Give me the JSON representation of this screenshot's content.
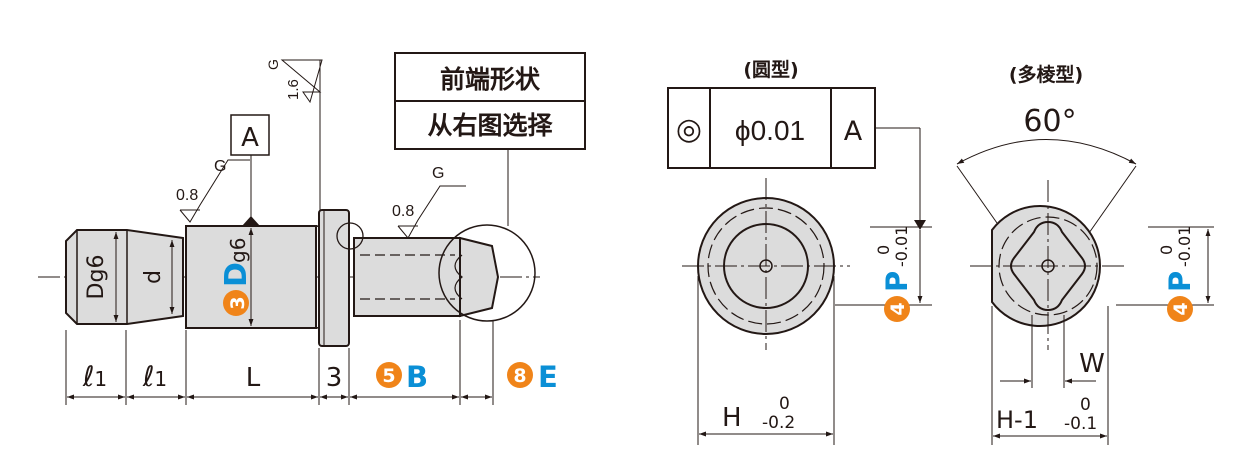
{
  "colors": {
    "line": "#231815",
    "fill": "#dcdcdc",
    "badge": "#f08419",
    "accent": "#0a8fd6",
    "white": "#ffffff"
  },
  "side": {
    "note_box": {
      "line1": "前端形状",
      "line2": "从右图选择"
    },
    "datum_label": "A",
    "roughness_symbol": "G",
    "roughness_flange_value": "1.6",
    "roughness_shank_value": "0.8",
    "roughness_tip_value": "0.8",
    "dim_dg6": "Dg6",
    "dim_d": "d",
    "dim_D_badge": "3",
    "dim_D_letter": "D",
    "dim_D_suffix": "g6",
    "dim_l1_main": "ℓ",
    "dim_l1_sub": "1",
    "dim_L": "L",
    "dim_3": "3",
    "dim_B_badge": "5",
    "dim_B_letter": "B",
    "dim_E_badge": "8",
    "dim_E_letter": "E"
  },
  "round_view": {
    "title": "(圆型)",
    "tolerance_symbol": "◎",
    "tolerance_value": "ϕ0.01",
    "tolerance_datum": "A",
    "P_badge": "4",
    "P_letter": "P",
    "P_upper": "0",
    "P_lower": "-0.01",
    "H_label": "H",
    "H_upper": "0",
    "H_lower": "-0.2"
  },
  "diamond_view": {
    "title": "(多棱型)",
    "angle": "60°",
    "P_badge": "4",
    "P_letter": "P",
    "P_upper": "0",
    "P_lower": "-0.01",
    "W_label": "W",
    "H1_label": "H-1",
    "H1_upper": "0",
    "H1_lower": "-0.1"
  }
}
